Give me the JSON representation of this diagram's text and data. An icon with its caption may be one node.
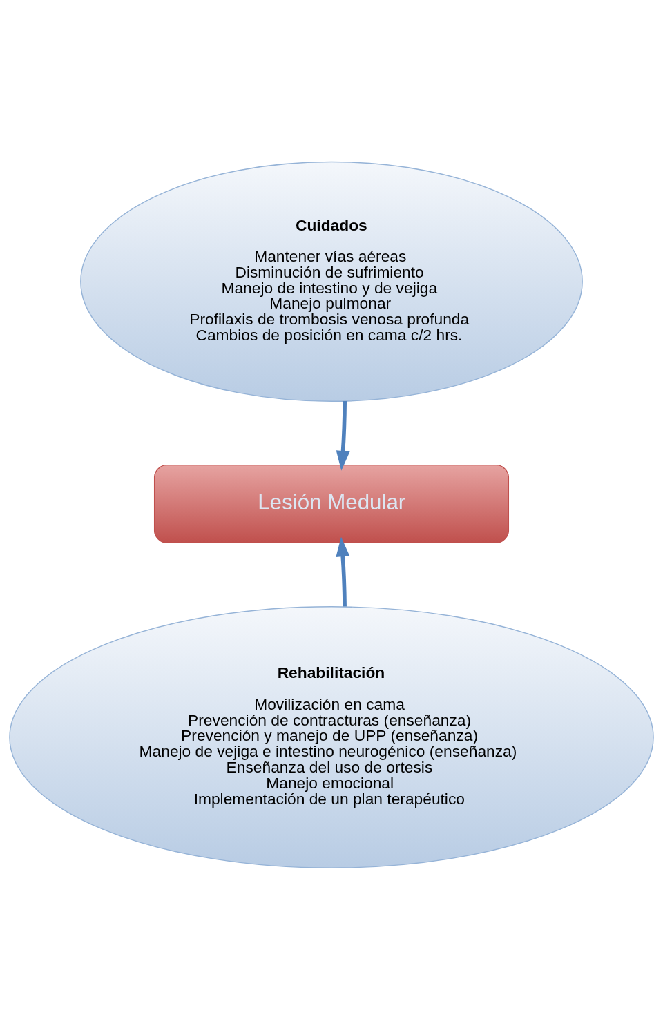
{
  "diagram": {
    "nodes": [
      {
        "text": [
          "Cuidados",
          "Mantener vías aéreas",
          "Disminución de sufrimiento",
          "Manejo de intestino y de vejiga",
          "Manejo pulmonar",
          "Profilaxis de trombosis venosa profunda",
          "Cambios de posición en cama c/2 hrs."
        ]
      },
      {
        "text": [
          "Lesión Medular"
        ]
      },
      {
        "text": [
          "Rehabilitación",
          "Movilización en cama",
          "Prevención de contracturas (enseñanza)",
          "Prevención y manejo de UPP (enseñanza)",
          "Manejo de vejiga e intestino neurogénico (enseñanza)",
          "Enseñanza del uso de ortesis",
          "Manejo emocional",
          "Implementación de un plan terapéutico"
        ]
      }
    ],
    "edges": [
      {
        "from": 0,
        "to": 1,
        "arrow": "to"
      },
      {
        "from": 2,
        "to": 1,
        "arrow": "to"
      }
    ]
  }
}
